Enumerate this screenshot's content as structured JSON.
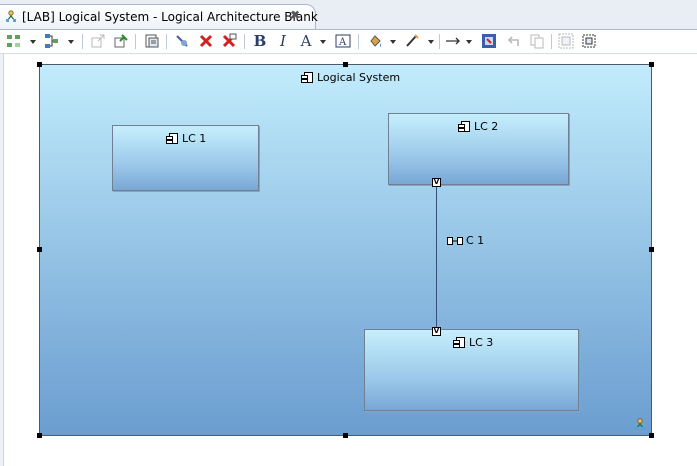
{
  "tab": {
    "title": "[LAB] Logical System - Logical Architecture Blank",
    "close_glyph": "✖"
  },
  "toolbar": {
    "items": [
      "select-elements-icon",
      "arrange-icon",
      "open-parent-icon",
      "pin-icon",
      "copy-format-icon",
      "filter-icon",
      "delete-from-diagram-icon",
      "delete-from-model-icon",
      "bold-icon",
      "italic-icon",
      "font-color-icon",
      "text-style-icon",
      "fill-color-icon",
      "line-color-icon",
      "line-style-icon",
      "zoom-icon",
      "undo-icon",
      "copy-appearance-icon",
      "layout-icon",
      "select-all-icon"
    ]
  },
  "diagram": {
    "system": {
      "label": "Logical System"
    },
    "components": [
      {
        "id": "lc1",
        "label": "LC 1"
      },
      {
        "id": "lc2",
        "label": "LC 2"
      },
      {
        "id": "lc3",
        "label": "LC 3"
      }
    ],
    "exchange": {
      "label": "C 1"
    },
    "port_glyph": "V"
  },
  "colors": {
    "accent": "#c2ecfc",
    "system_bottom": "#6b9dd0",
    "delete_red": "#d42020"
  }
}
